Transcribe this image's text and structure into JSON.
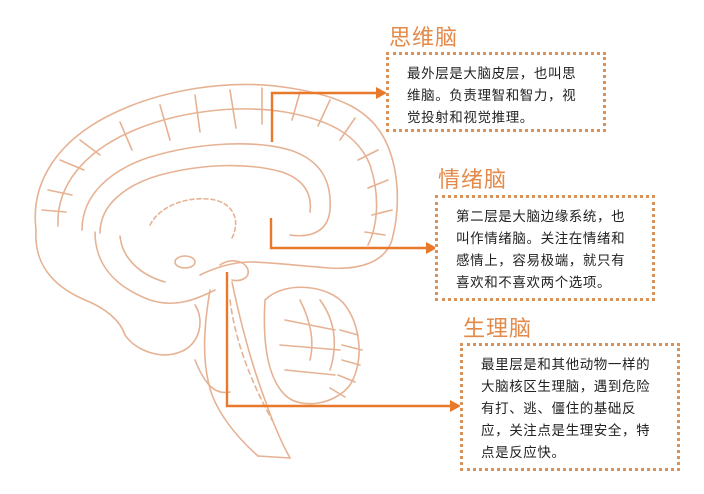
{
  "colors": {
    "accent": "#e8782a",
    "title": "#e38a4a",
    "box_border": "#d9925a",
    "brain_stroke": "#e6b294",
    "text": "#222222"
  },
  "layers": [
    {
      "title": "思维脑",
      "lines": [
        "最外层是大脑皮层，也叫思",
        "维脑。负责理智和智力，视",
        "觉投射和视觉推理。"
      ]
    },
    {
      "title": "情绪脑",
      "lines": [
        "第二层是大脑边缘系统，也",
        "叫作情绪脑。关注在情绪和",
        "感情上，容易极端，就只有",
        "喜欢和不喜欢两个选项。"
      ]
    },
    {
      "title": "生理脑",
      "lines": [
        "最里层是和其他动物一样的",
        "大脑核区生理脑，遇到危险",
        "有打、逃、僵住的基础反",
        "应，关注点是生理安全，特",
        "点是反应快。"
      ]
    }
  ],
  "illustration": "brain-sagittal-section"
}
